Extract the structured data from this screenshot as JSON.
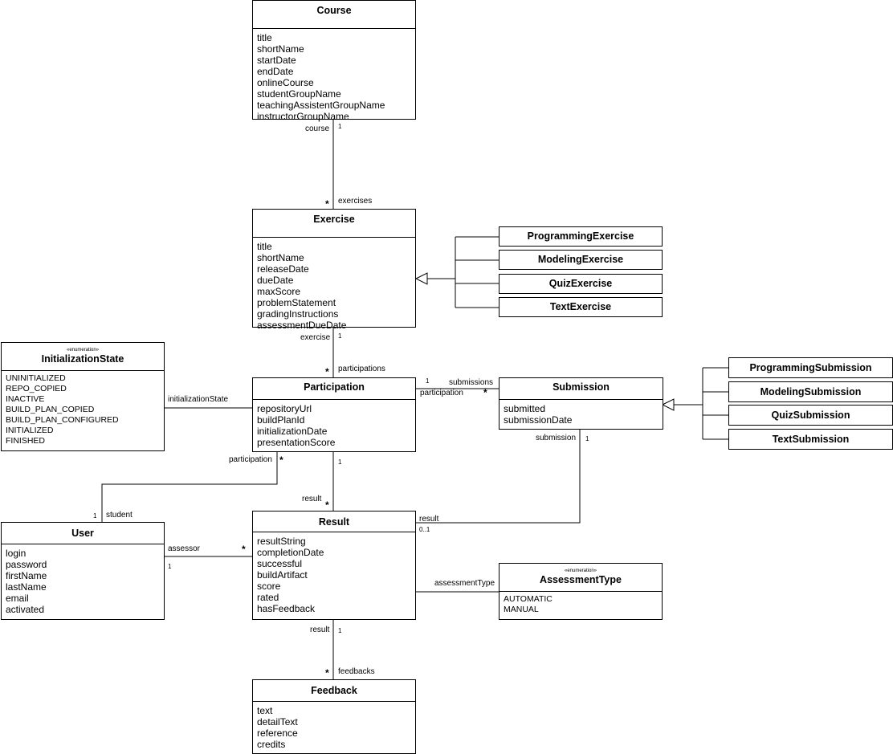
{
  "classes": {
    "course": {
      "name": "Course",
      "attributes": [
        "title",
        "shortName",
        "startDate",
        "endDate",
        "onlineCourse",
        "studentGroupName",
        "teachingAssistentGroupName",
        "instructorGroupName"
      ]
    },
    "exercise": {
      "name": "Exercise",
      "attributes": [
        "title",
        "shortName",
        "releaseDate",
        "dueDate",
        "maxScore",
        "problemStatement",
        "gradingInstructions",
        "assessmentDueDate"
      ]
    },
    "initialization_state": {
      "stereotype": "«enumeration»",
      "name": "InitializationState",
      "values": [
        "UNINITIALIZED",
        "REPO_COPIED",
        "INACTIVE",
        "BUILD_PLAN_COPIED",
        "BUILD_PLAN_CONFIGURED",
        "INITIALIZED",
        "FINISHED"
      ]
    },
    "participation": {
      "name": "Participation",
      "attributes": [
        "repositoryUrl",
        "buildPlanId",
        "initializationDate",
        "presentationScore"
      ]
    },
    "submission": {
      "name": "Submission",
      "attributes": [
        "submitted",
        "submissionDate"
      ]
    },
    "user": {
      "name": "User",
      "attributes": [
        "login",
        "password",
        "firstName",
        "lastName",
        "email",
        "activated"
      ]
    },
    "result": {
      "name": "Result",
      "attributes": [
        "resultString",
        "completionDate",
        "successful",
        "buildArtifact",
        "score",
        "rated",
        "hasFeedback"
      ]
    },
    "assessment_type": {
      "stereotype": "«enumeration»",
      "name": "AssessmentType",
      "values": [
        "AUTOMATIC",
        "MANUAL"
      ]
    },
    "feedback": {
      "name": "Feedback",
      "attributes": [
        "text",
        "detailText",
        "reference",
        "credits"
      ]
    }
  },
  "exercise_subclasses": [
    "ProgrammingExercise",
    "ModelingExercise",
    "QuizExercise",
    "TextExercise"
  ],
  "submission_subclasses": [
    "ProgrammingSubmission",
    "ModelingSubmission",
    "QuizSubmission",
    "TextSubmission"
  ],
  "labels": {
    "course_role": "course",
    "course_mult": "1",
    "exercises_role": "exercises",
    "exercises_mult": "*",
    "exercise_role": "exercise",
    "exercise_mult": "1",
    "participations_role": "participations",
    "participations_mult": "*",
    "initialization_state_role": "initializationState",
    "part_sub_mult": "1",
    "submissions_role": "submissions",
    "participation_role_sub": "participation",
    "submissions_mult": "*",
    "participation_role_user": "participation",
    "participation_user_mult": "*",
    "student_mult": "1",
    "student_role": "student",
    "part_result_mult": "1",
    "result_role_part": "result",
    "result_part_mult": "*",
    "submission_role": "submission",
    "submission_mult": "1",
    "result_role_sub": "result",
    "result_sub_mult": "0..1",
    "assessor_role": "assessor",
    "assessor_mult": "1",
    "assessor_result_mult": "*",
    "assessment_type_role": "assessmentType",
    "result_role_fb": "result",
    "result_fb_mult": "1",
    "feedbacks_role": "feedbacks",
    "feedbacks_mult": "*"
  }
}
